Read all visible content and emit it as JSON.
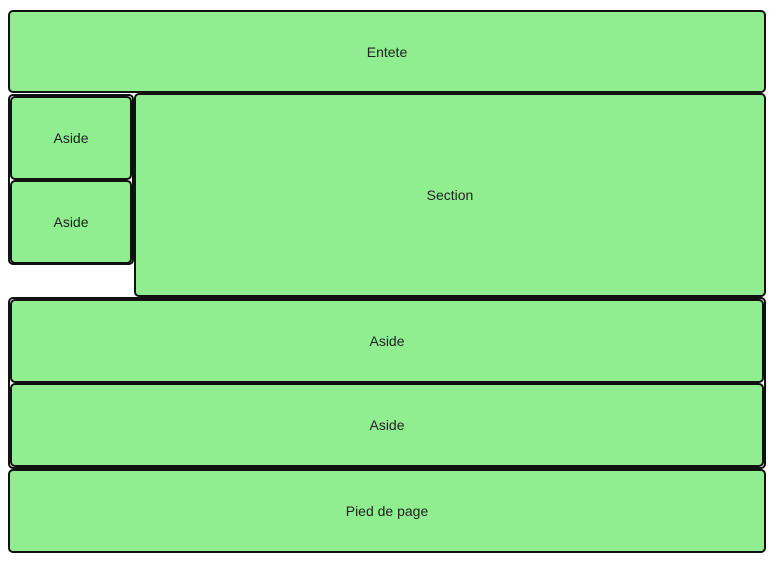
{
  "header": {
    "label": "Entete"
  },
  "left_asides": [
    {
      "label": "Aside"
    },
    {
      "label": "Aside"
    }
  ],
  "section": {
    "label": "Section"
  },
  "bottom_asides": [
    {
      "label": "Aside"
    },
    {
      "label": "Aside"
    }
  ],
  "footer": {
    "label": "Pied de page"
  },
  "colors": {
    "box_fill": "#90ee90",
    "border": "#111111",
    "text": "#222222"
  }
}
